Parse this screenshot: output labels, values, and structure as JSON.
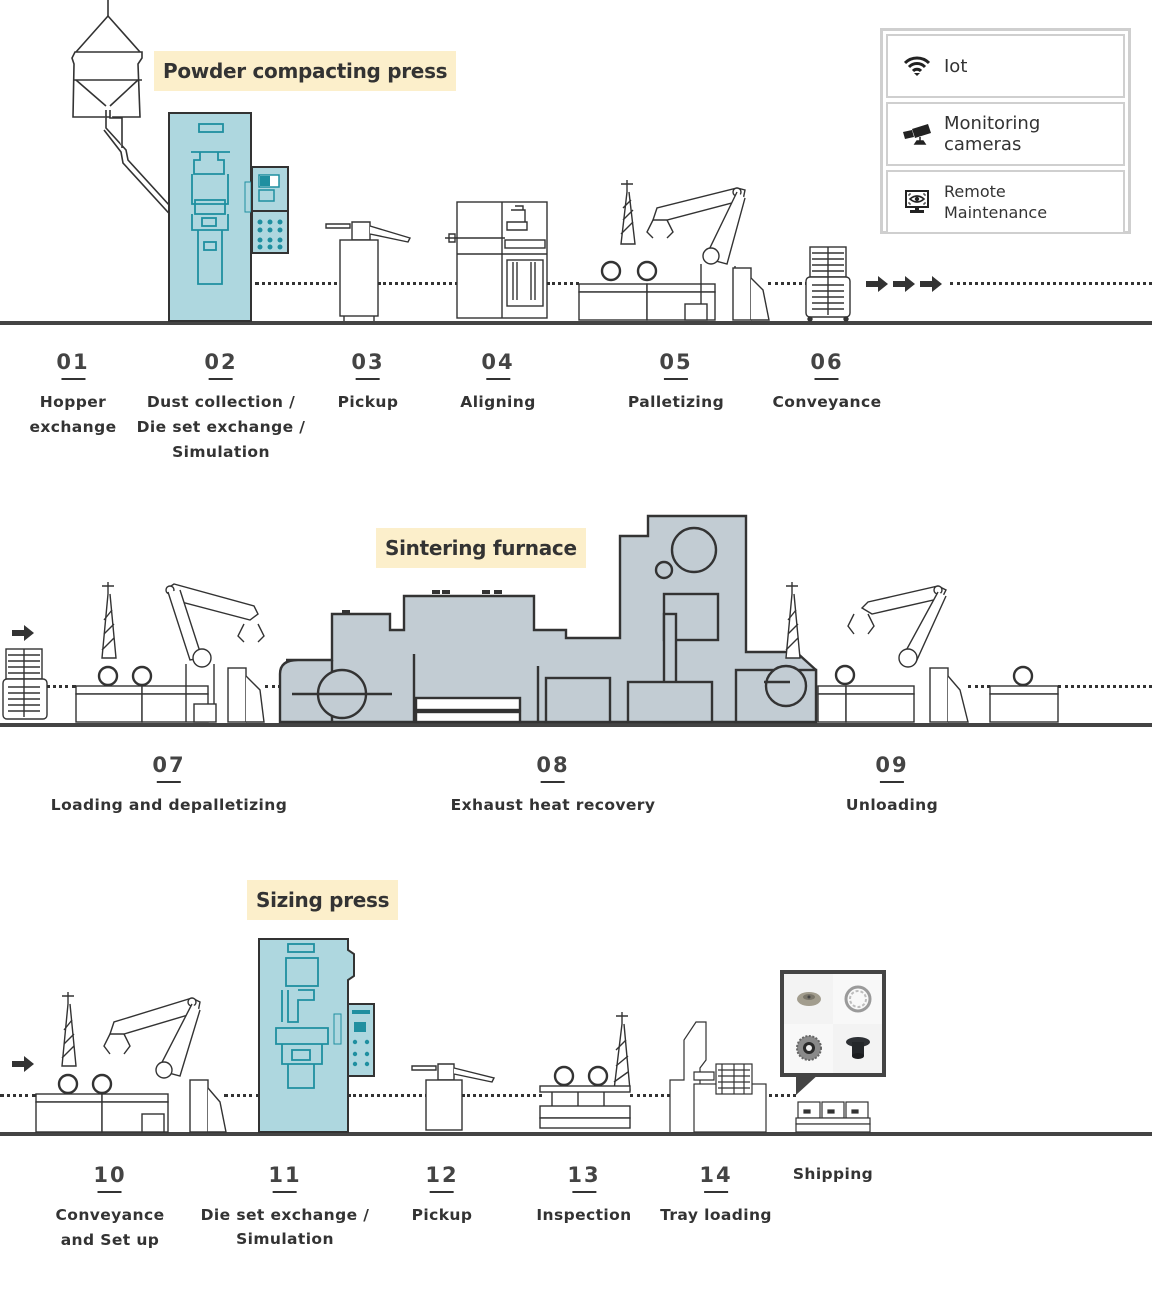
{
  "title": "Powder metallurgy production line diagram",
  "colors": {
    "press_fill": "#aed7df",
    "press_line": "#1f8fa0",
    "furnace_fill": "#c2ccd3",
    "label_bg": "#fcefcb",
    "line": "#333333",
    "floor": "#444444"
  },
  "machine_labels": {
    "compacting_press": "Powder compacting press",
    "sintering_furnace": "Sintering furnace",
    "sizing_press": "Sizing press"
  },
  "legend": {
    "items": [
      {
        "icon": "wifi-icon",
        "label": "Iot"
      },
      {
        "icon": "security-camera-icon",
        "label": "Monitoring cameras"
      },
      {
        "icon": "monitor-eye-icon",
        "label": "Remote\nMaintenance"
      }
    ]
  },
  "steps": [
    {
      "num": "01",
      "label": "Hopper\nexchange"
    },
    {
      "num": "02",
      "label": "Dust collection /\nDie set exchange /\nSimulation"
    },
    {
      "num": "03",
      "label": "Pickup"
    },
    {
      "num": "04",
      "label": "Aligning"
    },
    {
      "num": "05",
      "label": "Palletizing"
    },
    {
      "num": "06",
      "label": "Conveyance"
    },
    {
      "num": "07",
      "label": "Loading and depalletizing"
    },
    {
      "num": "08",
      "label": "Exhaust heat recovery"
    },
    {
      "num": "09",
      "label": "Unloading"
    },
    {
      "num": "10",
      "label": "Conveyance\nand Set up"
    },
    {
      "num": "11",
      "label": "Die set exchange /\nSimulation"
    },
    {
      "num": "12",
      "label": "Pickup"
    },
    {
      "num": "13",
      "label": "Inspection"
    },
    {
      "num": "14",
      "label": "Tray loading"
    }
  ],
  "shipping": {
    "label": "Shipping",
    "products": [
      "sintered-gear-part",
      "internal-spline-ring",
      "toothed-ring-part",
      "black-gear-part"
    ]
  },
  "flow_arrows": {
    "row1": 3,
    "row2": 1,
    "row3": 1
  }
}
